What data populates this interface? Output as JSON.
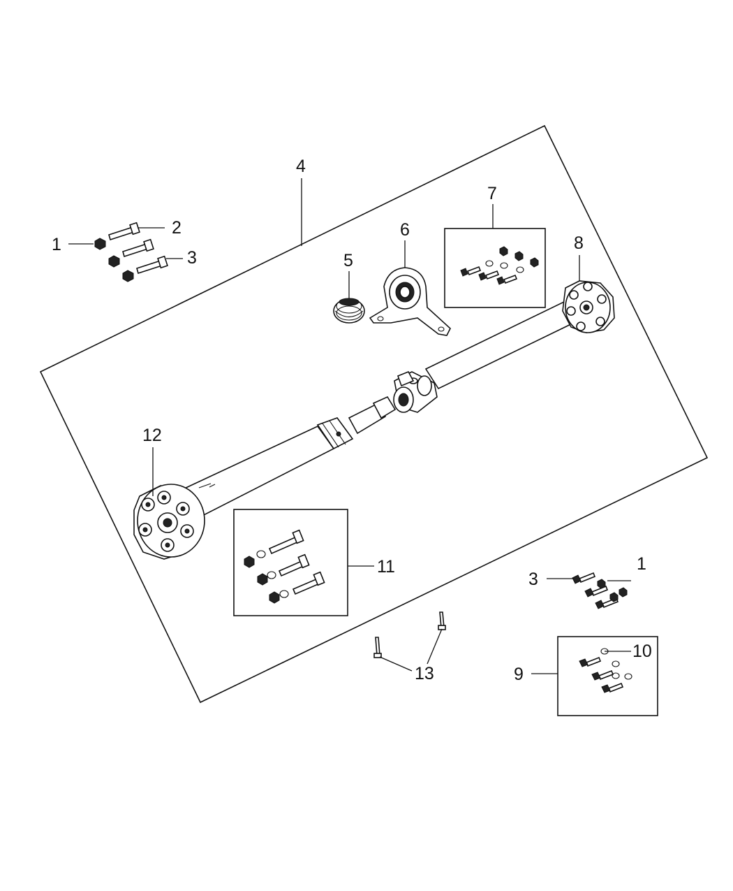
{
  "callouts": {
    "c1a": "1",
    "c2": "2",
    "c3a": "3",
    "c4": "4",
    "c5": "5",
    "c6": "6",
    "c7": "7",
    "c8": "8",
    "c12": "12",
    "c11": "11",
    "c3b": "3",
    "c1b": "1",
    "c10": "10",
    "c9": "9",
    "c13": "13"
  }
}
